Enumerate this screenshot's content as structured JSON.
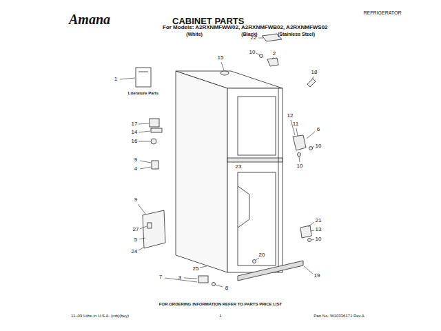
{
  "diagram": {
    "title": "CABINET PARTS",
    "labels": [
      "Amana",
      "REFRIGERATOR",
      "For Models: A2RXNMFWW02, A2RXNMFWB02, A2RXNMFWS02",
      "(White)",
      "(Black)",
      "(Stainless Steel)",
      "Literature Parts",
      "22",
      "10",
      "2",
      "1",
      "15",
      "18",
      "17",
      "14",
      "16",
      "12",
      "11",
      "6",
      "10",
      "10",
      "9",
      "4",
      "23",
      "9",
      "27",
      "5",
      "24",
      "21",
      "13",
      "10",
      "20",
      "25",
      "19",
      "7",
      "3",
      "8",
      "FOR ORDERING INFORMATION REFER TO PARTS PRICE LIST",
      "11–09 Litho in U.S.A. (mb)(bey)",
      "1",
      "Part No. W10336171 Rev.A"
    ]
  }
}
